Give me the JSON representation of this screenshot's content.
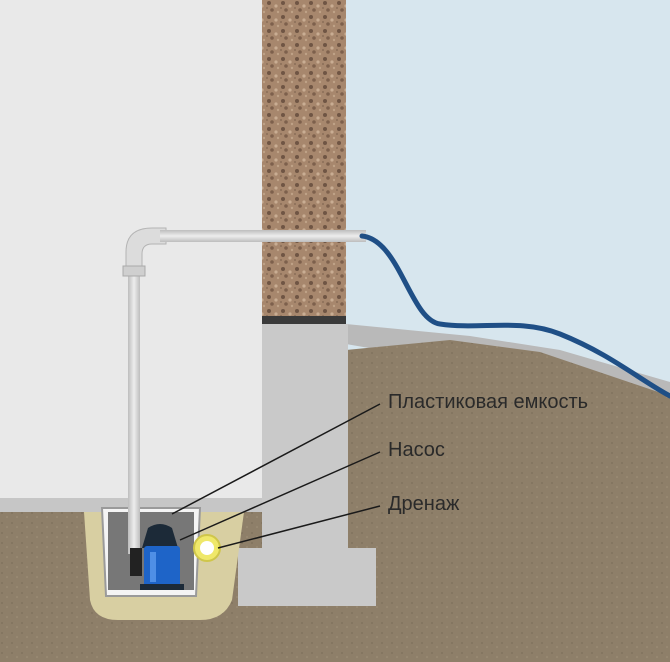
{
  "labels": {
    "container": "Пластиковая емкость",
    "pump": "Насос",
    "drainage": "Дренаж"
  },
  "colors": {
    "sky": "#d7e6ee",
    "interior_wall": "#e9e9e9",
    "brick": "#9b7b63",
    "foundation": "#c9c9c9",
    "soil": "#8e7f69",
    "gravel": "#d8cfa2",
    "pipe": "#d6d6d6",
    "hose": "#1f4f86",
    "pump_body": "#1e64c8",
    "pump_top": "#1c2a38",
    "drain_ring": "#efe86a"
  },
  "icons": {
    "pump": "submersible-pump-icon",
    "drain": "drain-pipe-icon"
  }
}
